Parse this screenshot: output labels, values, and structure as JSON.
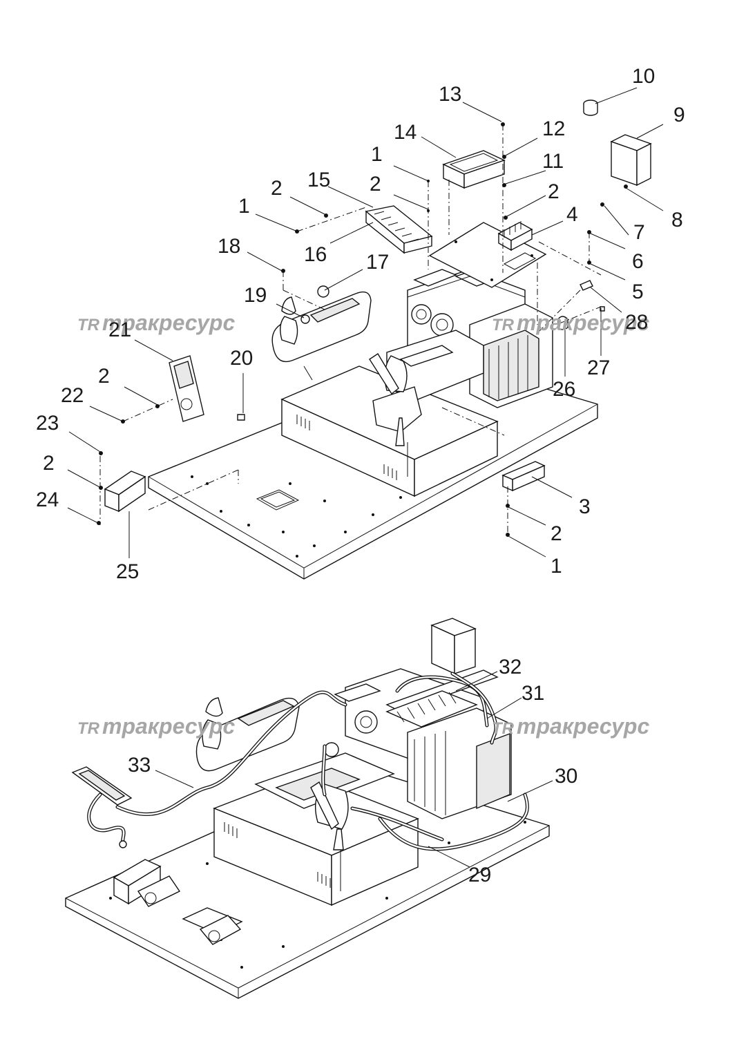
{
  "watermark": {
    "logo_text": "TR",
    "brand_text": "тракресурс"
  },
  "top_view_callouts": [
    "1",
    "2",
    "3",
    "4",
    "5",
    "6",
    "7",
    "8",
    "9",
    "10",
    "11",
    "12",
    "13",
    "14",
    "15",
    "16",
    "17",
    "18",
    "19",
    "20",
    "21",
    "22",
    "23",
    "24",
    "25",
    "26",
    "27",
    "28"
  ],
  "bottom_view_callouts": [
    "29",
    "30",
    "31",
    "32",
    "33"
  ]
}
